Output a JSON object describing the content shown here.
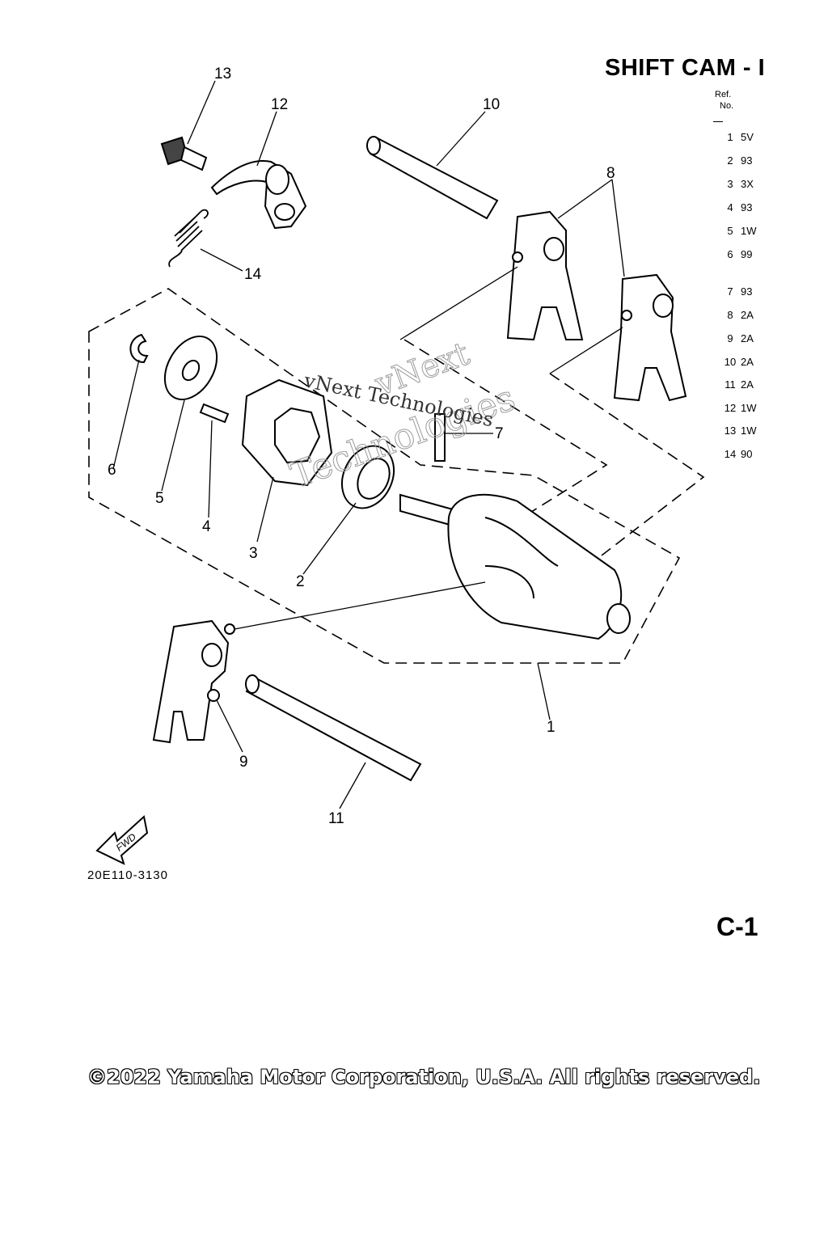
{
  "title": "SHIFT CAM - I",
  "table_header": {
    "ref": "Ref.",
    "no": "No."
  },
  "parts": [
    {
      "ref": "1",
      "num": "5V"
    },
    {
      "ref": "2",
      "num": "93"
    },
    {
      "ref": "3",
      "num": "3X"
    },
    {
      "ref": "4",
      "num": "93"
    },
    {
      "ref": "5",
      "num": "1W"
    },
    {
      "ref": "6",
      "num": "99"
    },
    {
      "ref": "7",
      "num": "93"
    },
    {
      "ref": "8",
      "num": "2A"
    },
    {
      "ref": "9",
      "num": "2A"
    },
    {
      "ref": "10",
      "num": "2A"
    },
    {
      "ref": "11",
      "num": "2A"
    },
    {
      "ref": "12",
      "num": "1W"
    },
    {
      "ref": "13",
      "num": "1W"
    },
    {
      "ref": "14",
      "num": "90"
    }
  ],
  "callouts": {
    "c1": "1",
    "c2": "2",
    "c3": "3",
    "c4": "4",
    "c5": "5",
    "c6": "6",
    "c7": "7",
    "c8": "8",
    "c9": "9",
    "c10": "10",
    "c11": "11",
    "c12": "12",
    "c13": "13",
    "c14": "14"
  },
  "fwd_label": "FWD",
  "diagram_code": "20E110-3130",
  "page_id": "C-1",
  "watermark": {
    "line1": "vNext Technologies",
    "line2": "vNext",
    "line3": "Technologies"
  },
  "copyright": "©2022 Yamaha Motor Corporation, U.S.A. All rights reserved."
}
